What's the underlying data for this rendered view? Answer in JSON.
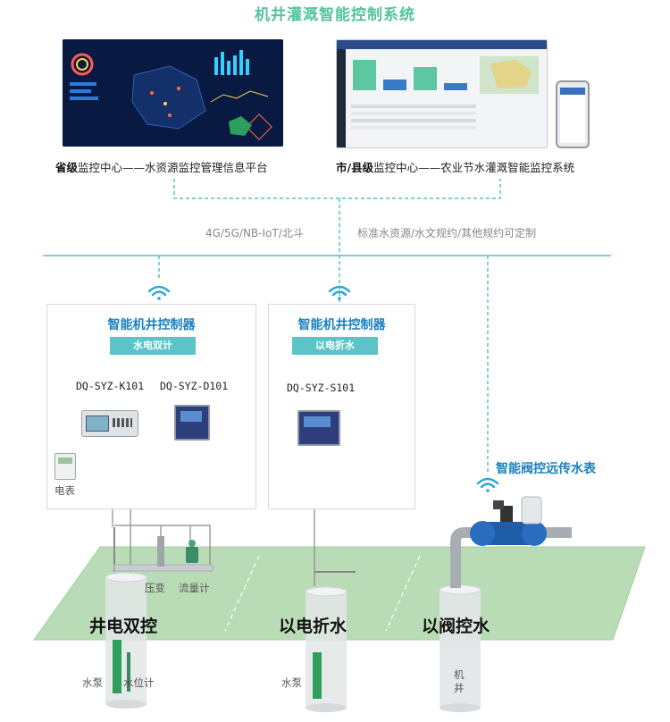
{
  "title": "机井灌溉智能控制系统",
  "centers": {
    "provincial": {
      "level": "省级",
      "rest": "监控中心——水资源监控管理信息平台"
    },
    "city": {
      "level": "市/县级",
      "rest": "监控中心——农业节水灌溉智能监控系统"
    }
  },
  "protocols": {
    "network": "4G/5G/NB-IoT/北斗",
    "standards": "标准水资源/水文规约/其他规约可定制"
  },
  "controllers": [
    {
      "title": "智能机井控制器",
      "badge": "水电双计",
      "models": [
        "DQ-SYZ-K101",
        "DQ-SYZ-D101"
      ],
      "meter_label": "电表"
    },
    {
      "title": "智能机井控制器",
      "badge": "以电折水",
      "models": [
        "DQ-SYZ-S101"
      ]
    }
  ],
  "valve_meter_label": "智能阀控远传水表",
  "field": {
    "labels": {
      "pressure": "压变",
      "flowmeter": "流量计",
      "pump1": "水泵",
      "level_gauge": "水位计",
      "pump2": "水泵",
      "well": "机井"
    },
    "modes": [
      "井电双控",
      "以电折水",
      "以阀控水"
    ]
  },
  "colors": {
    "title": "#52c3a0",
    "accent": "#1a7fbf",
    "badge": "#5cc4c8",
    "ground": "#b9dcb6",
    "line": "#58c0c8"
  }
}
